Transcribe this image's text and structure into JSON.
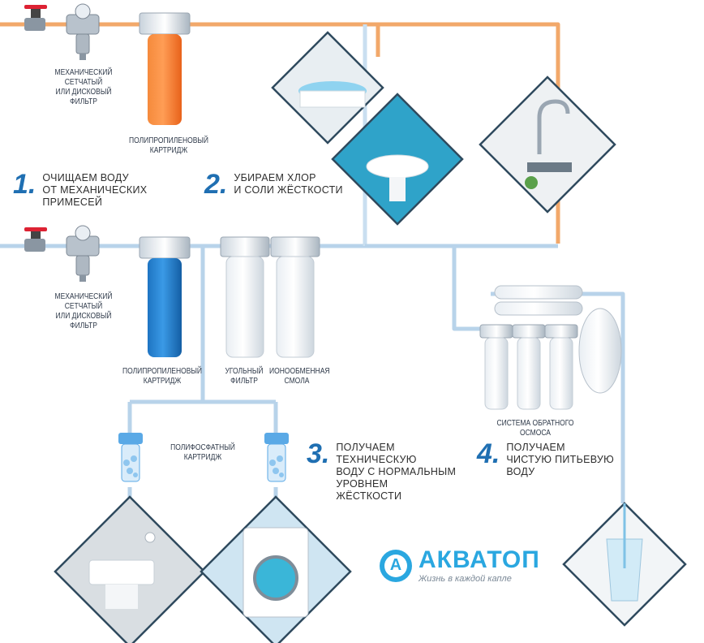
{
  "labels": {
    "mech_filter_top": [
      "МЕХАНИЧЕСКИЙ",
      "СЕТЧАТЫЙ",
      "ИЛИ ДИСКОВЫЙ",
      "ФИЛЬТР"
    ],
    "pp_cartridge_top": [
      "ПОЛИПРОПИЛЕНОВЫЙ",
      "КАРТРИДЖ"
    ],
    "mech_filter_mid": [
      "МЕХАНИЧЕСКИЙ",
      "СЕТЧАТЫЙ",
      "ИЛИ ДИСКОВЫЙ",
      "ФИЛЬТР"
    ],
    "pp_cartridge_mid": [
      "ПОЛИПРОПИЛЕНОВЫЙ",
      "КАРТРИДЖ"
    ],
    "carbon_filter": [
      "УГОЛЬНЫЙ",
      "ФИЛЬТР"
    ],
    "ion_resin": [
      "ИОНООБМЕННАЯ",
      "СМОЛА"
    ],
    "polyphosphate": [
      "ПОЛИФОСФАТНЫЙ",
      "КАРТРИДЖ"
    ],
    "reverse_osmosis": [
      "СИСТЕМА ОБРАТНОГО ОСМОСА"
    ]
  },
  "steps": [
    {
      "num": "1.",
      "lines": [
        "ОЧИЩАЕМ ВОДУ",
        "ОТ МЕХАНИЧЕСКИХ",
        "ПРИМЕСЕЙ"
      ]
    },
    {
      "num": "2.",
      "lines": [
        "УБИРАЕМ ХЛОР",
        "И СОЛИ ЖЁСТКОСТИ"
      ]
    },
    {
      "num": "3.",
      "lines": [
        "ПОЛУЧАЕМ",
        "ТЕХНИЧЕСКУЮ",
        "ВОДУ С НОРМАЛЬНЫМ",
        "УРОВНЕМ",
        "ЖЁСТКОСТИ"
      ]
    },
    {
      "num": "4.",
      "lines": [
        "ПОЛУЧАЕМ",
        "ЧИСТУЮ ПИТЬЕВУЮ",
        "ВОДУ"
      ]
    }
  ],
  "logo": {
    "letter": "А",
    "brand": "АКВАТОП",
    "slogan": "Жизнь в каждой капле"
  },
  "colors": {
    "orange_pipe": "#f0a060",
    "blue_pipe": "#a9c8e2",
    "orange_cartridge": "#f37021",
    "blue_cartridge": "#1d7fd0",
    "accent": "#1f6fb2",
    "logo": "#2aa7e0"
  }
}
